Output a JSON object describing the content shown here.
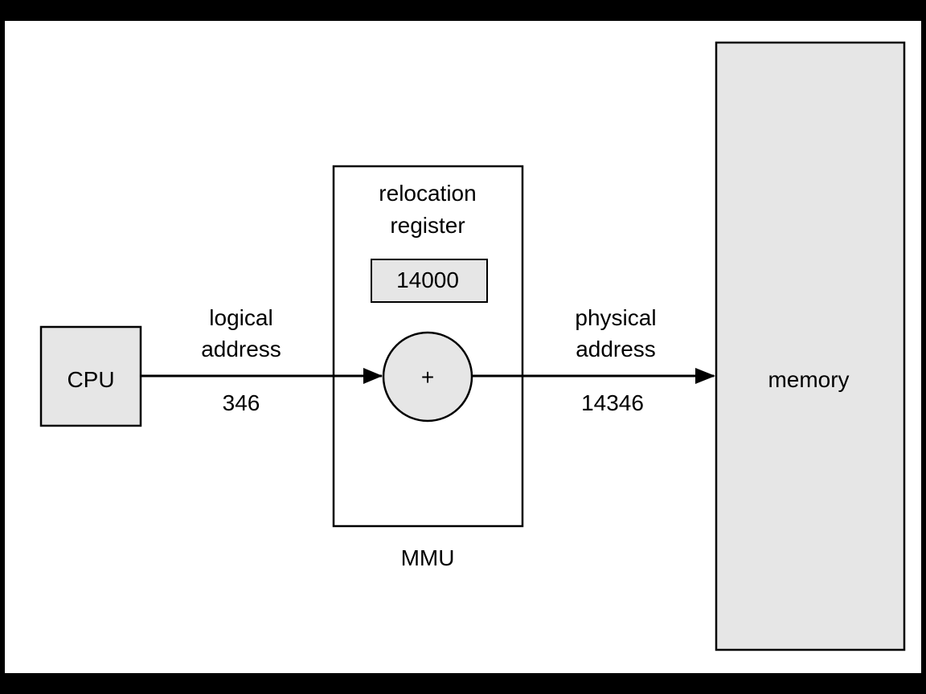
{
  "colors": {
    "background": "#ffffff",
    "frame": "#000000",
    "box_fill": "#e6e6e6",
    "stroke": "#000000"
  },
  "cpu": {
    "label": "CPU"
  },
  "logical": {
    "label_line1": "logical",
    "label_line2": "address",
    "value": "346"
  },
  "mmu": {
    "register_label_line1": "relocation",
    "register_label_line2": "register",
    "register_value": "14000",
    "adder_symbol": "+",
    "label": "MMU"
  },
  "physical": {
    "label_line1": "physical",
    "label_line2": "address",
    "value": "14346"
  },
  "memory": {
    "label": "memory"
  }
}
